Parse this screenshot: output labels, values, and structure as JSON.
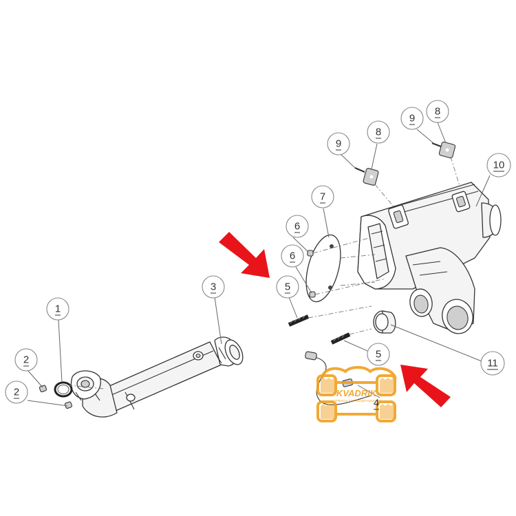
{
  "parts": [
    {
      "id": "1",
      "label": "1"
    },
    {
      "id": "2a",
      "label": "2"
    },
    {
      "id": "2b",
      "label": "2"
    },
    {
      "id": "3",
      "label": "3"
    },
    {
      "id": "4",
      "label": "4"
    },
    {
      "id": "5a",
      "label": "5"
    },
    {
      "id": "5b",
      "label": "5"
    },
    {
      "id": "6a",
      "label": "6"
    },
    {
      "id": "6b",
      "label": "6"
    },
    {
      "id": "7",
      "label": "7"
    },
    {
      "id": "8a",
      "label": "8"
    },
    {
      "id": "8b",
      "label": "8"
    },
    {
      "id": "9a",
      "label": "9"
    },
    {
      "id": "9b",
      "label": "9"
    },
    {
      "id": "10",
      "label": "10"
    },
    {
      "id": "11",
      "label": "11"
    }
  ],
  "watermark": {
    "brand": "KVADRIK",
    "tagline": "СЕРВИСЫ ДЛЯ КВАДРОЦИКЛОВ"
  },
  "colors": {
    "arrow": "#e8141a",
    "watermark": "#f0a020",
    "line": "#333333"
  }
}
